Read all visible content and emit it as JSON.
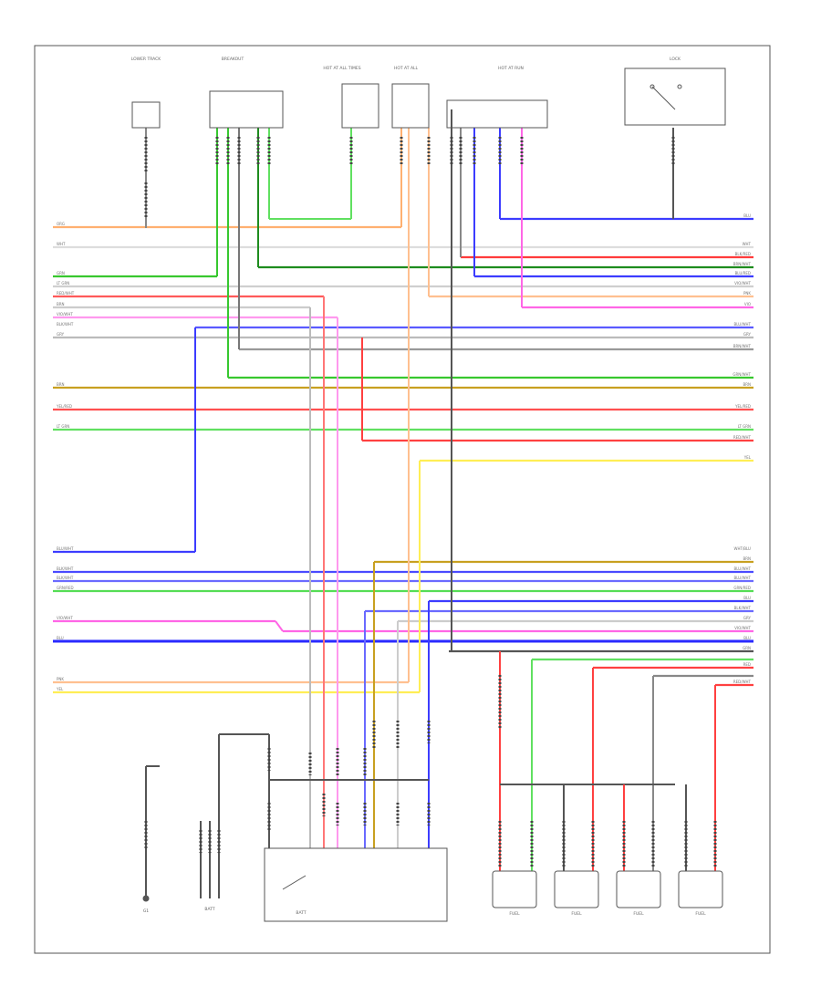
{
  "diagram": {
    "footer_left": "",
    "bottom_caption": "",
    "components": [
      {
        "id": "comp-top1",
        "label": "LOWER TRACK"
      },
      {
        "id": "comp-top2",
        "label": "BREAKOUT"
      },
      {
        "id": "comp-top3",
        "label": "HOT AT ALL TIMES"
      },
      {
        "id": "comp-top4",
        "label": "HOT AT ALL"
      },
      {
        "id": "comp-top5",
        "label": "HOT AT RUN"
      },
      {
        "id": "comp-switch",
        "label": "LOCK"
      },
      {
        "id": "comp-ground",
        "label": "G1"
      },
      {
        "id": "comp-bottom1",
        "label": "BATT"
      },
      {
        "id": "comp-bottom2",
        "label": "BATT"
      },
      {
        "id": "comp-fuel1",
        "label": "FUEL"
      },
      {
        "id": "comp-fuel2",
        "label": "FUEL"
      },
      {
        "id": "comp-fuel3",
        "label": "FUEL"
      },
      {
        "id": "comp-fuel4",
        "label": "FUEL"
      }
    ],
    "left_wire_labels": [
      "ORG",
      "WHT",
      "GRN",
      "LT GRN",
      "RED/WHT",
      "BRN",
      "VIO/WHT",
      "BLK/WHT",
      "GRY",
      "BRN",
      "YEL/RED",
      "LT GRN",
      "BLU/WHT",
      "BLK/WHT",
      "BLK/WHT",
      "GRN/RED",
      "VIO/WHT",
      "BLU",
      "PNK",
      "YEL"
    ],
    "right_wire_labels": [
      "BLU",
      "WHT",
      "BLK/RED",
      "BRN/WHT",
      "BLU/RED",
      "VIO/WHT",
      "PNK",
      "VIO",
      "BLU/WHT",
      "GRY",
      "BRN/WHT",
      "GRN/WHT",
      "BRN",
      "YEL/RED",
      "LT GRN",
      "RED/WHT",
      "YEL",
      "WHT/BLU",
      "BRN",
      "BLU/WHT",
      "BLU/WHT",
      "GRN/RED",
      "BLU",
      "BLK/WHT",
      "GRY",
      "VIO/WHT",
      "BLU",
      "GRN",
      "RED",
      "RED/WHT"
    ],
    "colors": {
      "orange": "#ff9a3c",
      "green": "#37c82f",
      "lightgreen": "#8ff08a",
      "red": "#ff3b3b",
      "pink": "#ff66e6",
      "blue": "#3c3cff",
      "violet": "#7a55ff",
      "yellow": "#ffee55",
      "gray": "#999999",
      "olive": "#b49a18",
      "darkgreen": "#1e8c1e",
      "black": "#333333",
      "brown": "#b07030",
      "peach": "#ffc090"
    }
  }
}
